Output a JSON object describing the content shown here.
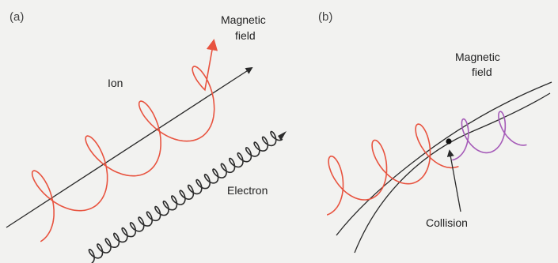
{
  "panel_a": {
    "label": "(a)",
    "field_label_line1": "Magnetic",
    "field_label_line2": "field",
    "ion_label": "Ion",
    "electron_label": "Electron"
  },
  "panel_b": {
    "label": "(b)",
    "field_label_line1": "Magnetic",
    "field_label_line2": "field",
    "collision_label": "Collision"
  },
  "colors": {
    "ion": "#e8533f",
    "electron": "#2b2b2b",
    "deflected_particle": "#a55bb8",
    "field_line": "#2a2a2a",
    "background": "#f2f2f0"
  }
}
